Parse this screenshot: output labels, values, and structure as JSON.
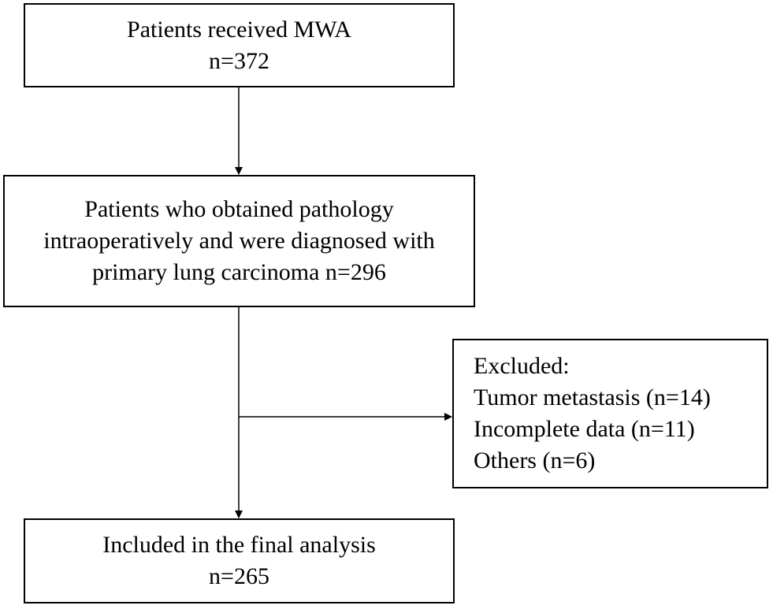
{
  "boxes": {
    "mwa": {
      "lines": [
        "Patients received MWA",
        "n=372"
      ]
    },
    "pathology": {
      "lines": [
        "Patients who obtained pathology",
        "intraoperatively and were diagnosed with",
        "primary lung carcinoma n=296"
      ]
    },
    "excluded": {
      "lines": [
        "Excluded:",
        "Tumor metastasis (n=14)",
        "Incomplete data (n=11)",
        "Others (n=6)"
      ]
    },
    "final": {
      "lines": [
        "Included in the final analysis",
        "n=265"
      ]
    }
  },
  "colors": {
    "stroke": "#000000",
    "background": "#ffffff"
  }
}
